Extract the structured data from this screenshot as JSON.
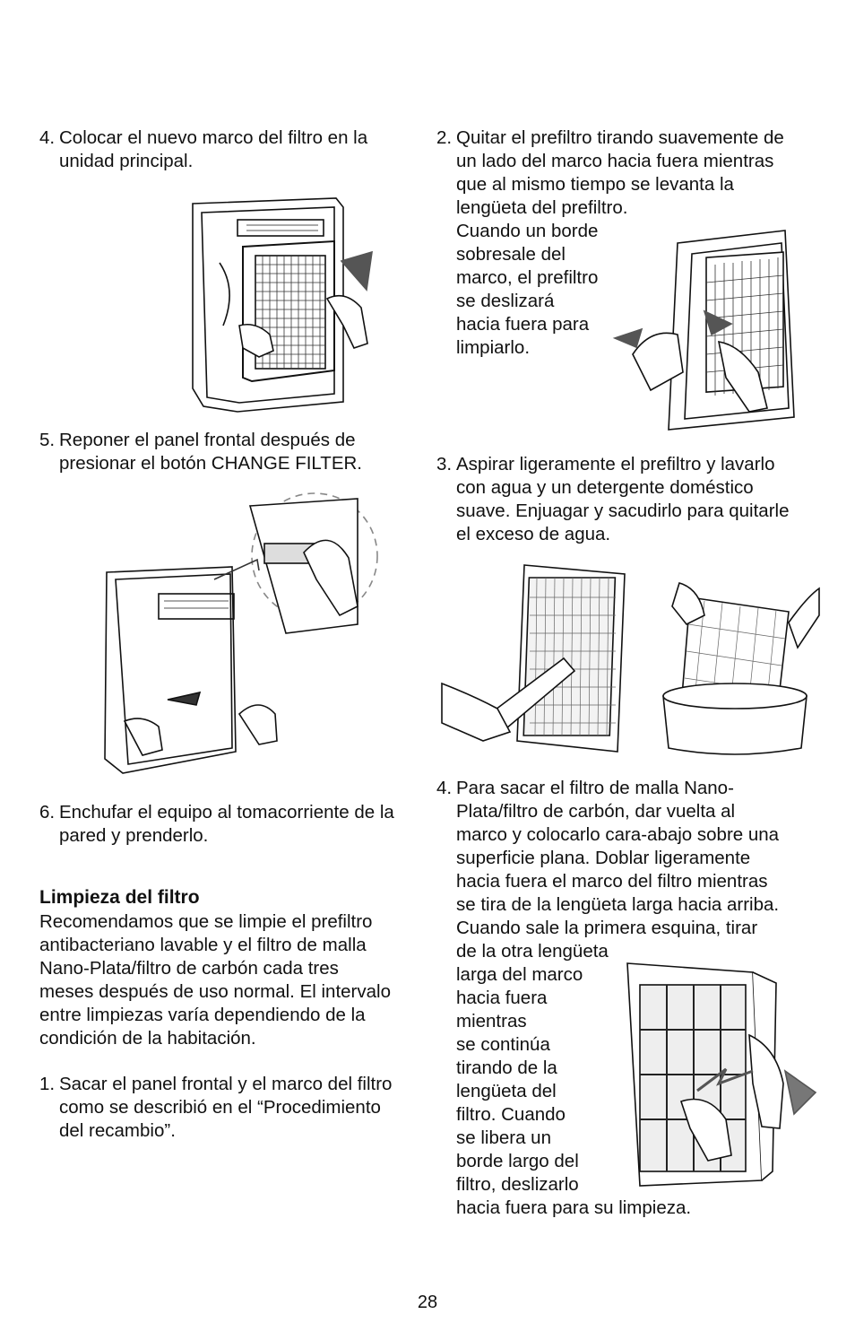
{
  "left": {
    "step4": {
      "number": "4.",
      "lines": [
        "Colocar el nuevo marco del filtro en la",
        "unidad principal."
      ]
    },
    "step5": {
      "number": "5.",
      "lines": [
        "Reponer el panel frontal después de",
        "presionar el botón CHANGE FILTER."
      ]
    },
    "step6": {
      "number": "6.",
      "lines": [
        "Enchufar el equipo al tomacorriente de la",
        "pared y prenderlo."
      ]
    },
    "section_title": "Limpieza del filtro",
    "intro_lines": [
      "Recomendamos que se limpie el prefiltro",
      "antibacteriano lavable y el filtro de malla",
      "Nano-Plata/filtro de carbón cada tres",
      "meses después de uso normal. El intervalo",
      "entre limpiezas varía dependiendo de la",
      "condición de la habitación."
    ],
    "step1": {
      "number": "1.",
      "lines": [
        "Sacar el panel frontal y el marco del filtro",
        "como se describió en el “Procedimiento",
        "del recambio”."
      ]
    }
  },
  "right": {
    "step2": {
      "number": "2.",
      "lines": [
        "Quitar el prefiltro tirando suavemente de",
        "un lado del marco hacia fuera mientras",
        "que al mismo tiempo se levanta la",
        "lengüeta del prefiltro.",
        "Cuando un borde",
        "sobresale del",
        "marco, el prefiltro",
        "se deslizará",
        "hacia fuera para",
        "limpiarlo."
      ]
    },
    "step3": {
      "number": "3.",
      "lines": [
        "Aspirar ligeramente el prefiltro y lavarlo",
        "con agua y un detergente doméstico",
        "suave. Enjuagar y sacudirlo para quitarle",
        "el exceso de agua."
      ]
    },
    "step4": {
      "number": "4.",
      "lines": [
        "Para sacar el filtro de malla Nano-",
        "Plata/filtro de carbón, dar vuelta al",
        "marco y colocarlo cara-abajo sobre una",
        "superficie plana. Doblar ligeramente",
        "hacia fuera el marco del filtro mientras",
        "se tira de la lengüeta larga hacia arriba.",
        "Cuando sale la primera esquina, tirar",
        "de la otra lengüeta",
        "larga del marco",
        "hacia fuera",
        "mientras",
        "se continúa",
        "tirando de la",
        "lengüeta del",
        "filtro. Cuando",
        "se libera un",
        "borde largo del",
        "filtro, deslizarlo",
        "hacia fuera para su limpieza."
      ]
    }
  },
  "page_number": "28",
  "figures": {
    "fig_insert_filter": "air-purifier-filter-insert-illustration",
    "fig_front_panel": "air-purifier-front-panel-illustration",
    "fig_prefilter_remove": "prefilter-removal-illustration",
    "fig_vacuum": "prefilter-vacuum-illustration",
    "fig_wash": "prefilter-wash-illustration",
    "fig_mesh_remove": "mesh-filter-removal-illustration"
  }
}
